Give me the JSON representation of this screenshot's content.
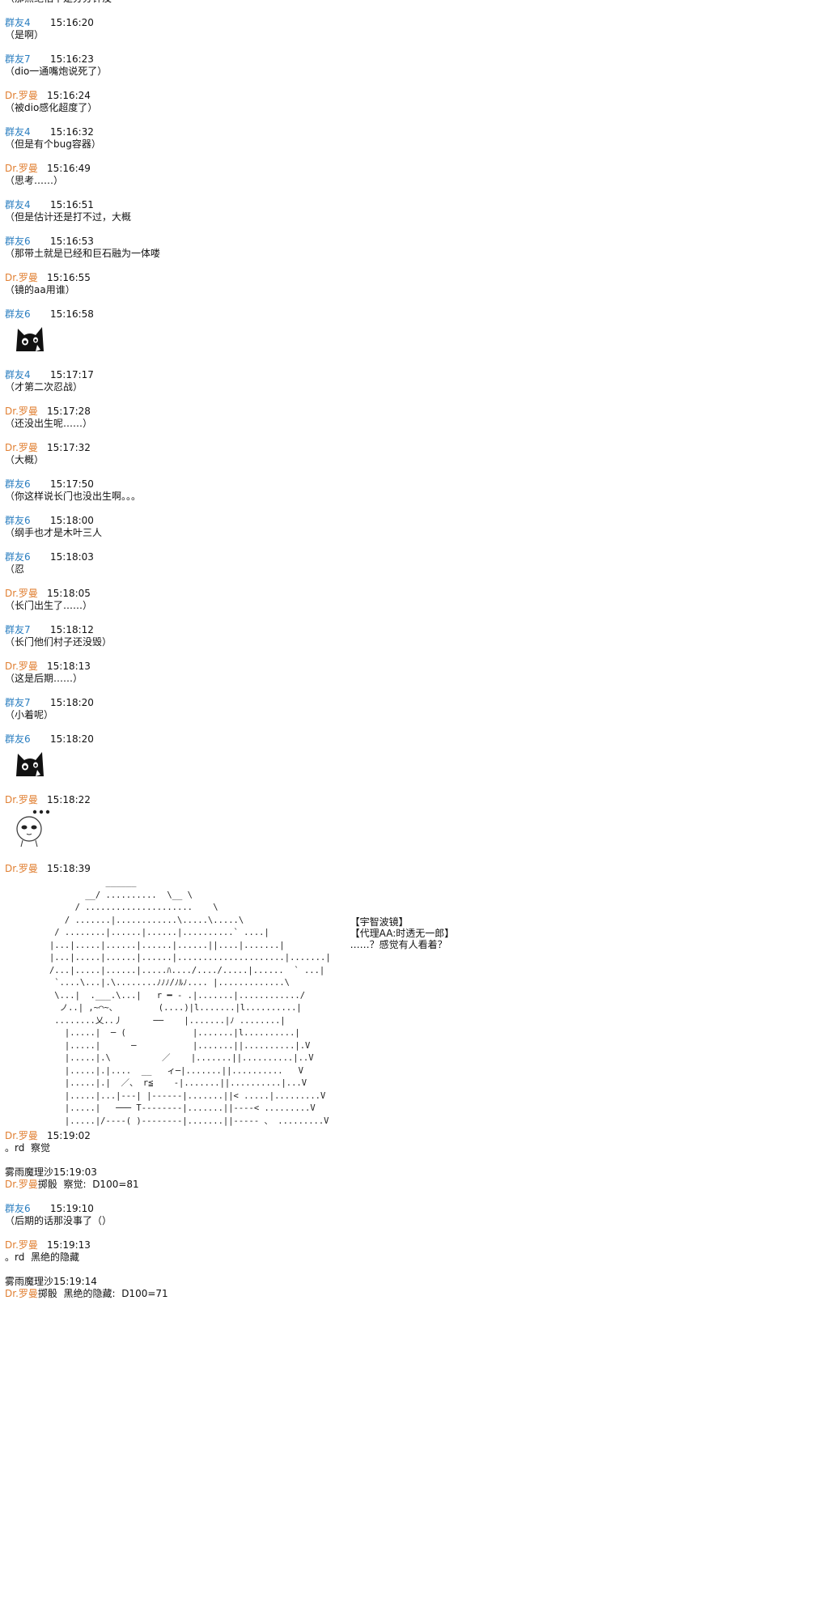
{
  "colors": {
    "member": "#2a7ec0",
    "gm": "#e07f32"
  },
  "messages": [
    {
      "type": "text_only",
      "text": "（那黑绝怕不是分分钟没"
    },
    {
      "type": "text",
      "name": "群友4",
      "role": "member",
      "time": "15:16:20",
      "text": "（是啊）"
    },
    {
      "type": "text",
      "name": "群友7",
      "role": "member",
      "time": "15:16:23",
      "text": "（dio一通嘴炮说死了）"
    },
    {
      "type": "text",
      "name": "Dr.罗曼",
      "role": "gm",
      "time": "15:16:24",
      "text": "（被dio感化超度了）"
    },
    {
      "type": "text",
      "name": "群友4",
      "role": "member",
      "time": "15:16:32",
      "text": "（但是有个bug容器）"
    },
    {
      "type": "text",
      "name": "Dr.罗曼",
      "role": "gm",
      "time": "15:16:49",
      "text": "（思考……）"
    },
    {
      "type": "text",
      "name": "群友4",
      "role": "member",
      "time": "15:16:51",
      "text": "（但是估计还是打不过，大概"
    },
    {
      "type": "text",
      "name": "群友6",
      "role": "member",
      "time": "15:16:53",
      "text": "（那带土就是已经和巨石融为一体喽"
    },
    {
      "type": "text",
      "name": "Dr.罗曼",
      "role": "gm",
      "time": "15:16:55",
      "text": "（镜的aa用谁）"
    },
    {
      "type": "sticker",
      "name": "群友6",
      "role": "member",
      "time": "15:16:58",
      "sticker": "black-cat-sticker"
    },
    {
      "type": "text",
      "name": "群友4",
      "role": "member",
      "time": "15:17:17",
      "text": "（才第二次忍战）"
    },
    {
      "type": "text",
      "name": "Dr.罗曼",
      "role": "gm",
      "time": "15:17:28",
      "text": "（还没出生呢……）"
    },
    {
      "type": "text",
      "name": "Dr.罗曼",
      "role": "gm",
      "time": "15:17:32",
      "text": "（大概）"
    },
    {
      "type": "text",
      "name": "群友6",
      "role": "member",
      "time": "15:17:50",
      "text": "（你这样说长门也没出生啊。。。"
    },
    {
      "type": "text",
      "name": "群友6",
      "role": "member",
      "time": "15:18:00",
      "text": "（纲手也才是木叶三人"
    },
    {
      "type": "text",
      "name": "群友6",
      "role": "member",
      "time": "15:18:03",
      "text": "（忍"
    },
    {
      "type": "text",
      "name": "Dr.罗曼",
      "role": "gm",
      "time": "15:18:05",
      "text": "（长门出生了……）"
    },
    {
      "type": "text",
      "name": "群友7",
      "role": "member",
      "time": "15:18:12",
      "text": "（长门他们村子还没毁）"
    },
    {
      "type": "text",
      "name": "Dr.罗曼",
      "role": "gm",
      "time": "15:18:13",
      "text": "（这是后期……）"
    },
    {
      "type": "text",
      "name": "群友7",
      "role": "member",
      "time": "15:18:20",
      "text": "（小着呢）"
    },
    {
      "type": "sticker",
      "name": "群友6",
      "role": "member",
      "time": "15:18:20",
      "sticker": "black-cat-sticker"
    },
    {
      "type": "sticker",
      "name": "Dr.罗曼",
      "role": "gm",
      "time": "15:18:22",
      "sticker": "speechless-face-sticker"
    }
  ],
  "aa_post": {
    "name": "Dr.罗曼",
    "time": "15:18:39",
    "caption": [
      "【宇智波镜】",
      "【代理AA:时透无一郎】",
      "……？感觉有人看着？"
    ],
    "art": "              ______\n          __/ ..........  \\__ \\\n        / .....................    \\\n      / .......|............\\.....\\.....\\\n    / ........|......|......|..........` ....|\n   |...|.....|......|......|......||....|.......|\n   |...|.....|......|......|.....................|.......|\n   /...|.....|......|.....ﾊ..../..../.....|......  ` ...|\n    `....\\...|.\\........ﾉﾉﾉ/ﾉﾙﾉ.... |.............\\\n    \\...|  .___.\\...|   r ━ - .|.......|............/\n     ノ..| ,~⌒~、        (....)|l.......|l..........|\n    ........乂..丿      ──    |.......|ﾉ ........|\n      |.....|  ─ (             |.......|l..........|\n      |.....|      ─           |.......||..........|.V\n      |.....|.\\          ／    |.......||..........|..V\n      |.....|.|....  __   ィ─|.......||..........   V\n      |.....|.|  ／、 r≦    -|.......||..........|...V\n      |.....|...|---| |------|.......||< .....|.........V\n      |.....|   ─── T--------|.......||----< .........V\n      |.....|/----( )--------|.......||----- 、 .........V"
  },
  "messages_after": [
    {
      "type": "text",
      "name": "Dr.罗曼",
      "role": "gm",
      "time": "15:19:02",
      "text": "。rd  察觉"
    },
    {
      "type": "roll",
      "name": "雾雨魔理沙",
      "time": "15:19:03",
      "roller": "Dr.罗曼",
      "text": "掷骰  察觉:  D100=81"
    },
    {
      "type": "text",
      "name": "群友6",
      "role": "member",
      "time": "15:19:10",
      "text": "（后期的话那没事了（）"
    },
    {
      "type": "text",
      "name": "Dr.罗曼",
      "role": "gm",
      "time": "15:19:13",
      "text": "。rd  黑绝的隐藏"
    },
    {
      "type": "roll",
      "name": "雾雨魔理沙",
      "time": "15:19:14",
      "roller": "Dr.罗曼",
      "text": "掷骰  黑绝的隐藏:  D100=71"
    }
  ]
}
